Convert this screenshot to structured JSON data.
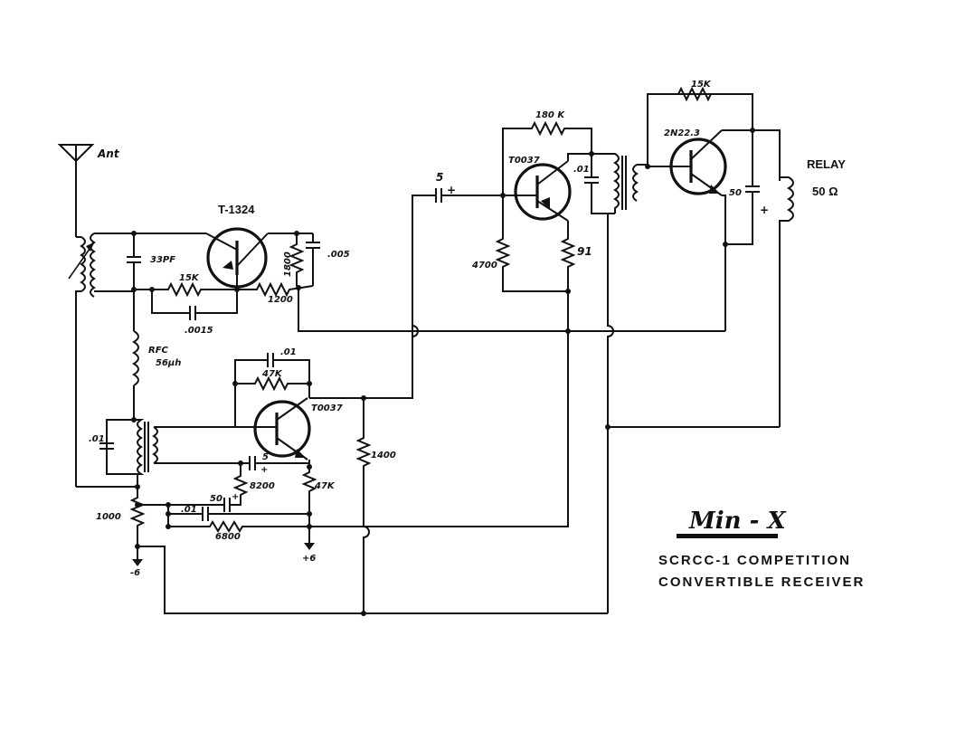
{
  "title": {
    "logo": "Min - X",
    "line1": "SCRCC-1 COMPETITION",
    "line2": "CONVERTIBLE RECEIVER"
  },
  "components": {
    "antenna": "Ant",
    "t1324": "T-1324",
    "c33pf": "33PF",
    "r15k_a": "15K",
    "c0015": ".0015",
    "r1800": "1800",
    "c005": ".005",
    "r1200": "1200",
    "rfc": "RFC",
    "rfc_val": "56µh",
    "c01_a": ".01",
    "c01_b": ".01",
    "r47k_a": "47K",
    "t0037_a": "T0037",
    "c5_a": "5",
    "c5_plus": "+",
    "r8200": "8200",
    "r47k_b": "47K",
    "c50_a": "50",
    "c50_plus": "+",
    "c01_c": ".01",
    "r6800": "6800",
    "r1000": "1000",
    "neg6": "-6",
    "pos6": "+6",
    "r1400": "1400",
    "c5_b": "5",
    "c5_b_plus": "+",
    "r180k": "180 K",
    "t0037_b": "T0037",
    "r4700": "4700",
    "r91": "91",
    "c01_d": ".01",
    "r15k_b": "15K",
    "t2n223": "2N22.3",
    "c50_b": "50",
    "c50_b_plus": "+",
    "relay": "RELAY",
    "relay_ohm": "50 Ω"
  }
}
